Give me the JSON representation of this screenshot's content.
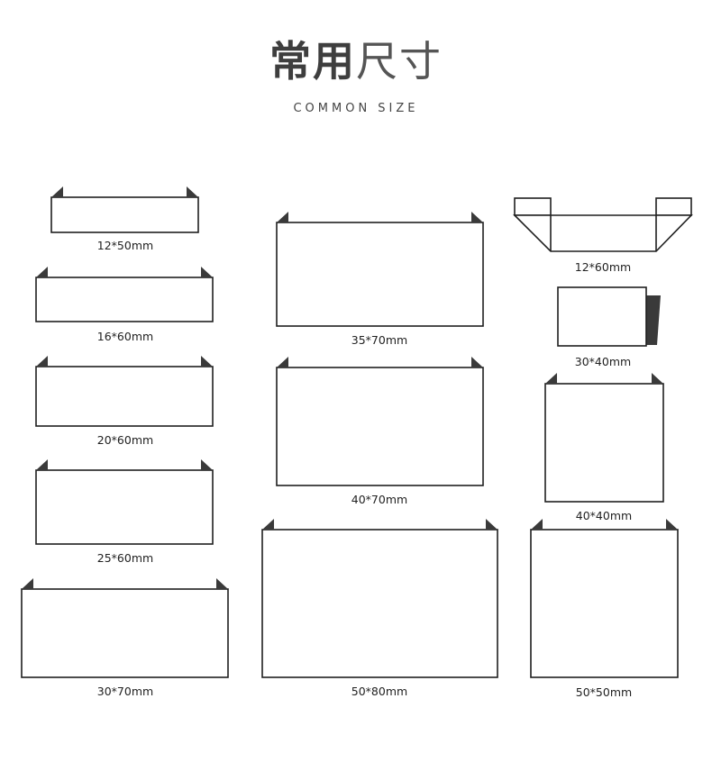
{
  "title": {
    "bold": "常用",
    "light": "尺寸"
  },
  "subtitle": "COMMON SIZE",
  "colors": {
    "stroke": "#1f1f1f",
    "tab": "#3a3a3a",
    "text": "#222222"
  },
  "sizes": {
    "s12x50": "12*50mm",
    "s16x60": "16*60mm",
    "s20x60": "20*60mm",
    "s25x60": "25*60mm",
    "s30x70": "30*70mm",
    "s35x70": "35*70mm",
    "s40x70": "40*70mm",
    "s50x80": "50*80mm",
    "s12x60": "12*60mm",
    "s30x40": "30*40mm",
    "s40x40": "40*40mm",
    "s50x50": "50*50mm"
  }
}
